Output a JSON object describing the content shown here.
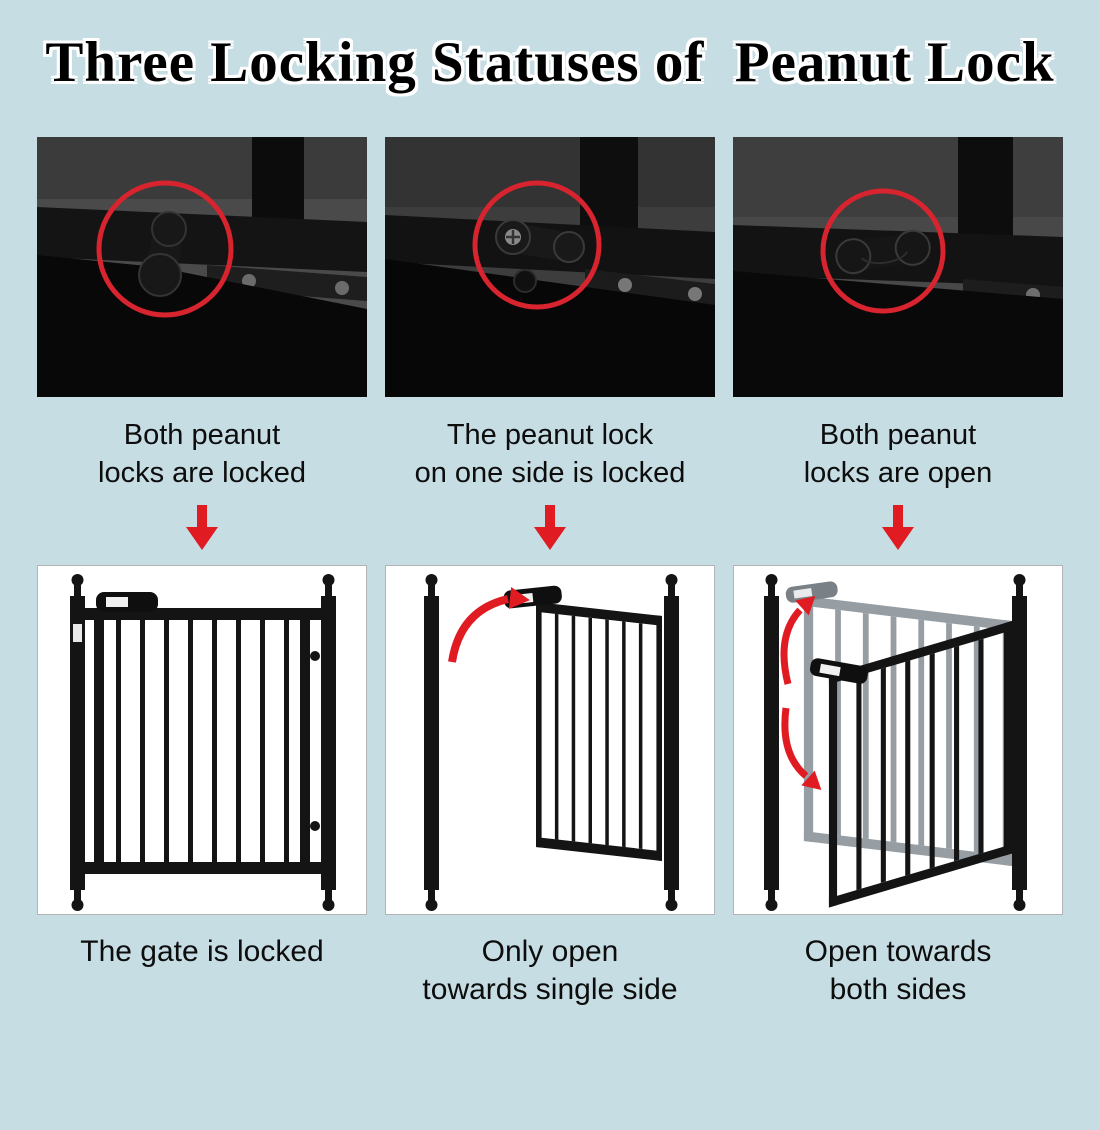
{
  "title": "Three Locking Statuses of  Peanut Lock",
  "colors": {
    "background": "#c6dde4",
    "accent_red": "#e01b22",
    "title_text": "#000000",
    "title_outline": "#ffffff",
    "panel_background": "#ffffff",
    "gate_black": "#141414"
  },
  "columns": [
    {
      "status_caption": "Both peanut\nlocks are locked",
      "photo_icon": "peanut-lock-both-locked-photo",
      "arrow_icon": "red-down-arrow",
      "gate_icon": "gate-closed-illustration",
      "result_caption": "The gate is locked"
    },
    {
      "status_caption": "The peanut lock\non one side is locked",
      "photo_icon": "peanut-lock-one-side-locked-photo",
      "arrow_icon": "red-down-arrow",
      "gate_icon": "gate-open-single-side-illustration",
      "result_caption": "Only open\ntowards single side"
    },
    {
      "status_caption": "Both peanut\nlocks are open",
      "photo_icon": "peanut-lock-both-open-photo",
      "arrow_icon": "red-down-arrow",
      "gate_icon": "gate-open-both-sides-illustration",
      "result_caption": "Open towards\nboth sides"
    }
  ]
}
